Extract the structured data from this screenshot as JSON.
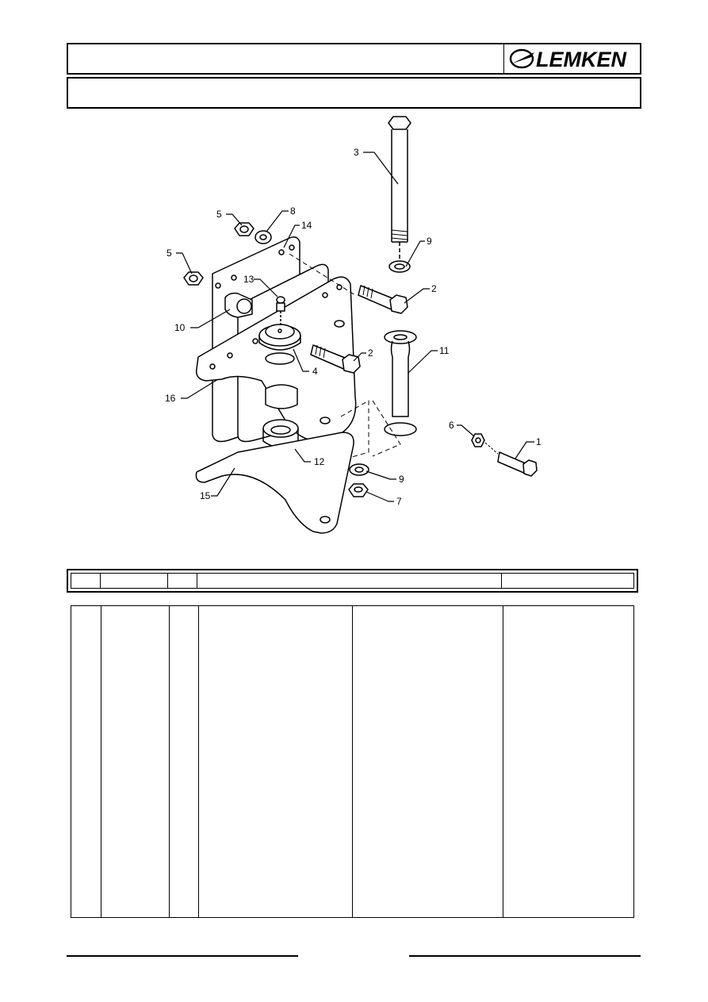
{
  "brand": {
    "name": "LEMKEN"
  },
  "drawing": {
    "callouts": [
      "1",
      "2",
      "2",
      "3",
      "4",
      "5",
      "5",
      "6",
      "7",
      "8",
      "9",
      "9",
      "10",
      "11",
      "12",
      "13",
      "14",
      "15",
      "16"
    ]
  }
}
